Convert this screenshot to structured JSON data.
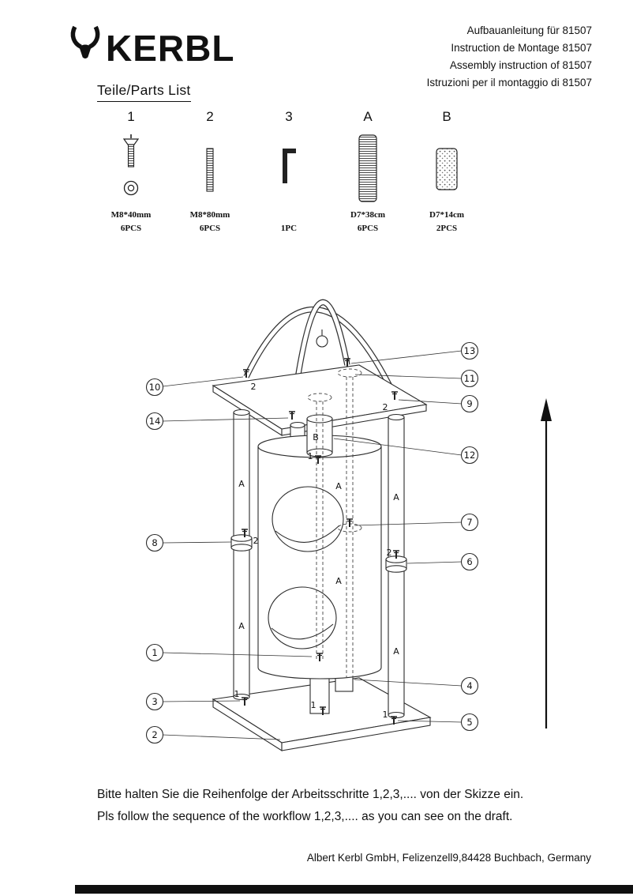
{
  "header": {
    "brand": "KERBL",
    "instructions": [
      "Aufbauanleitung für  81507",
      "Instruction de Montage  81507",
      "Assembly instruction of  81507",
      "Istruzioni per il montaggio di  81507"
    ]
  },
  "parts": {
    "heading": "Teile/Parts List",
    "items": [
      {
        "num": "1",
        "spec": "M8*40mm",
        "qty": "6PCS"
      },
      {
        "num": "2",
        "spec": "M8*80mm",
        "qty": "6PCS"
      },
      {
        "num": "3",
        "spec": "",
        "qty": "1PC"
      },
      {
        "num": "A",
        "spec": "D7*38cm",
        "qty": "6PCS"
      },
      {
        "num": "B",
        "spec": "D7*14cm",
        "qty": "2PCS"
      }
    ]
  },
  "diagram": {
    "callouts_left": [
      "10",
      "14",
      "8",
      "1",
      "3",
      "2"
    ],
    "callouts_right": [
      "13",
      "11",
      "9",
      "12",
      "7",
      "6",
      "4",
      "5"
    ],
    "labels": {
      "post": "A",
      "short_post": "B",
      "bolt": "1",
      "connector": "2"
    }
  },
  "notes": {
    "de": "Bitte halten Sie die Reihenfolge der Arbeitsschritte 1,2,3,.... von der Skizze ein.",
    "en": "Pls follow the sequence of the workflow 1,2,3,.... as you can see on the draft."
  },
  "footer": {
    "company": "Albert Kerbl GmbH, Felizenzell9,84428 Buchbach, Germany"
  }
}
